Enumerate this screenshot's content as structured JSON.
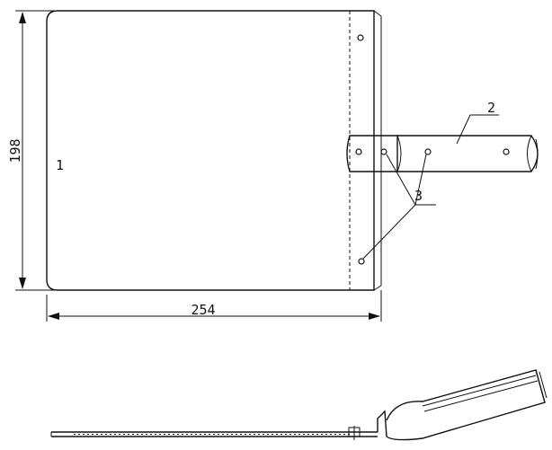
{
  "labels": {
    "part_1": "1",
    "part_2": "2",
    "part_3": "3"
  },
  "dimensions": {
    "width": "254",
    "height": "198"
  }
}
